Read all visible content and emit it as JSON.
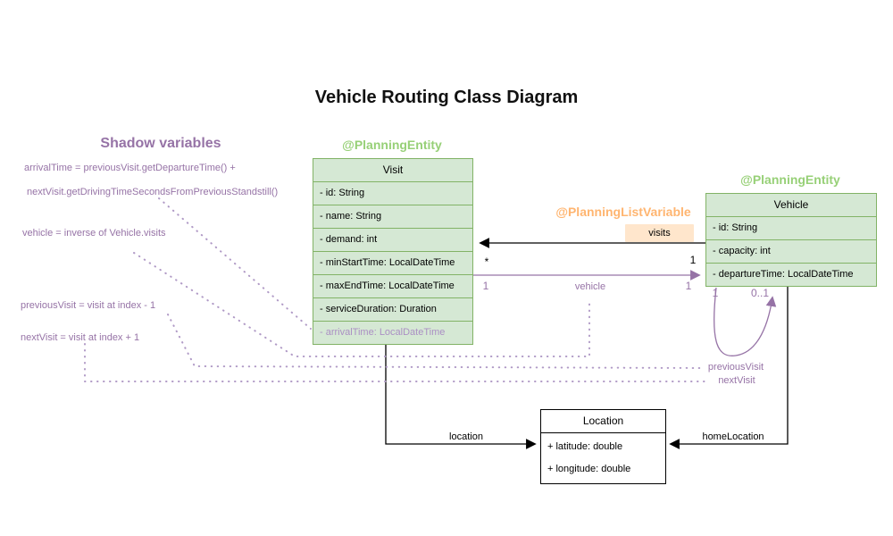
{
  "title": "Vehicle Routing Class Diagram",
  "shadow_panel": {
    "heading": "Shadow variables",
    "lines": [
      "arrivalTime = previousVisit.getDepartureTime() +",
      "nextVisit.getDrivingTimeSecondsFromPreviousStandstill()",
      "vehicle = inverse of Vehicle.visits",
      "previousVisit = visit at index - 1",
      "nextVisit = visit at index + 1"
    ]
  },
  "annotations": {
    "visit_entity": "@PlanningEntity",
    "vehicle_entity": "@PlanningEntity",
    "list_variable": "@PlanningListVariable"
  },
  "classes": {
    "visit": {
      "name": "Visit",
      "fields": [
        "- id: String",
        "- name: String",
        "- demand: int",
        "- minStartTime: LocalDateTime",
        "- maxEndTime: LocalDateTime",
        "- serviceDuration: Duration",
        "- arrivalTime: LocalDateTime"
      ]
    },
    "vehicle": {
      "name": "Vehicle",
      "fields": [
        "- id: String",
        "- capacity: int",
        "- departureTime: LocalDateTime"
      ]
    },
    "location": {
      "name": "Location",
      "fields": [
        "+ latitude: double",
        "+ longitude: double"
      ]
    }
  },
  "edges": {
    "visits": {
      "label": "visits",
      "mult_near_visit": "*",
      "mult_near_vehicle": "1"
    },
    "vehicle": {
      "label": "vehicle",
      "mult_near_visit": "1",
      "mult_near_vehicle": "1"
    },
    "chain": {
      "mult_left": "1",
      "mult_right": "0..1",
      "label_previous": "previousVisit",
      "label_next": "nextVisit"
    },
    "location": {
      "label": "location"
    },
    "home_location": {
      "label": "homeLocation"
    }
  },
  "colors": {
    "green-fill": "#d5e8d4",
    "green-stroke": "#82b366",
    "green-annotation": "#97d077",
    "orange-fill": "#ffe6cc",
    "orange-annotation": "#ffb570",
    "purple": "#9673a6",
    "purple-light": "#ab8fc4"
  }
}
